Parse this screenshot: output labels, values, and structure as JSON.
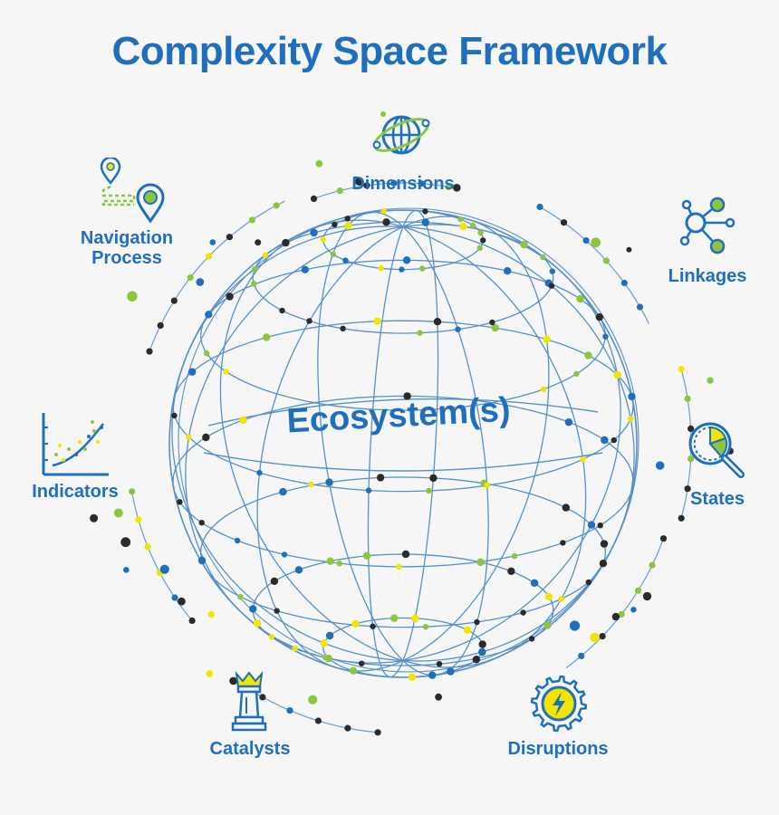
{
  "title": "Complexity Space Framework",
  "center": "Ecosystem(s)",
  "nodes": {
    "dimensions": "Dimensions",
    "linkages": "Linkages",
    "states": "States",
    "disruptions": "Disruptions",
    "catalysts": "Catalysts",
    "indicators": "Indicators",
    "navigation_line1": "Navigation",
    "navigation_line2": "Process"
  },
  "colors": {
    "blue": "#1e6fbd",
    "wire": "#3a7fc4",
    "green": "#8cc63f",
    "yellow": "#f2e600",
    "dark": "#2b2b2b",
    "background": "#f6f6f7"
  }
}
